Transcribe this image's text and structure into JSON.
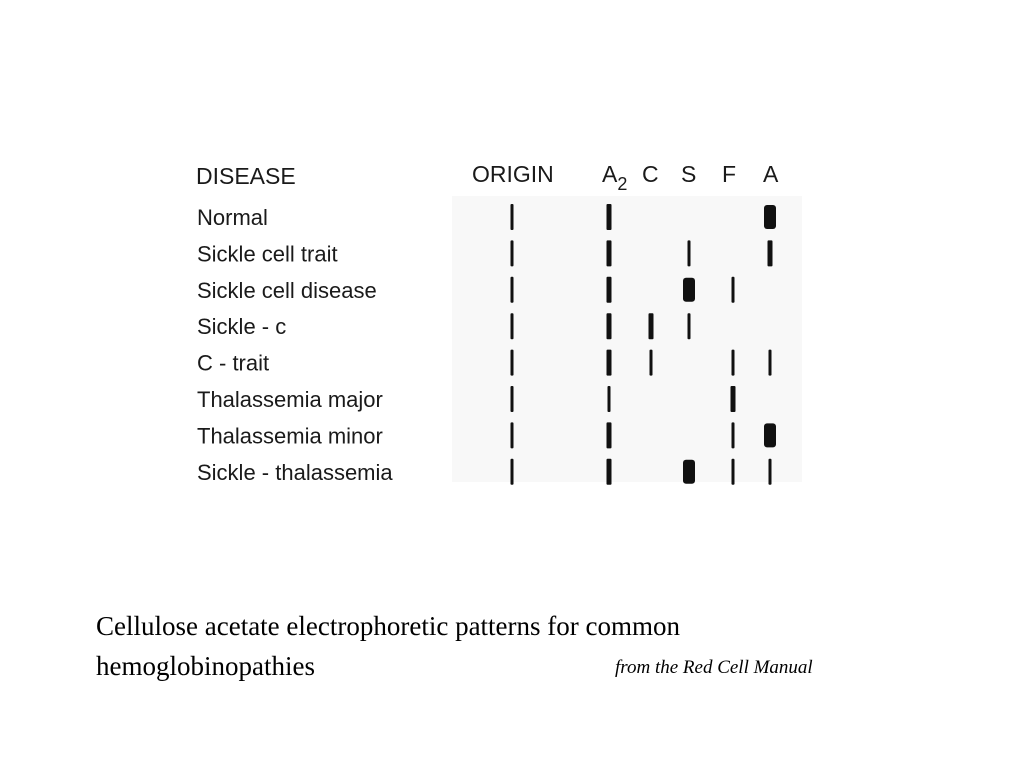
{
  "figure": {
    "headers": {
      "disease": "DISEASE",
      "origin": "ORIGIN",
      "a2_base": "A",
      "a2_sub": "2",
      "c": "C",
      "s": "S",
      "f": "F",
      "a": "A"
    },
    "lanes": [
      "origin",
      "a2",
      "c",
      "s",
      "f",
      "a"
    ],
    "rows": [
      {
        "disease": "Normal",
        "bands": {
          "origin": "thin",
          "a2": "medium",
          "a": "thick"
        }
      },
      {
        "disease": "Sickle cell trait",
        "bands": {
          "origin": "thin",
          "a2": "medium",
          "s": "thin",
          "a": "medium"
        }
      },
      {
        "disease": "Sickle cell disease",
        "bands": {
          "origin": "thin",
          "a2": "medium",
          "s": "thick",
          "f": "thin"
        }
      },
      {
        "disease": "Sickle - c",
        "bands": {
          "origin": "thin",
          "a2": "medium",
          "c": "medium",
          "s": "thin"
        }
      },
      {
        "disease": "C - trait",
        "bands": {
          "origin": "thin",
          "a2": "medium",
          "c": "thin",
          "f": "thin",
          "a": "thin"
        }
      },
      {
        "disease": "Thalassemia major",
        "bands": {
          "origin": "thin",
          "a2": "thin",
          "f": "medium"
        }
      },
      {
        "disease": "Thalassemia minor",
        "bands": {
          "origin": "thin",
          "a2": "medium",
          "f": "thin",
          "a": "thick"
        }
      },
      {
        "disease": "Sickle - thalassemia",
        "bands": {
          "origin": "thin",
          "a2": "medium",
          "s": "thick",
          "f": "thin",
          "a": "thin"
        }
      }
    ]
  },
  "caption": {
    "line1": "Cellulose acetate electrophoretic patterns for common",
    "line2": "hemoglobinopathies",
    "source": "from the Red Cell Manual"
  },
  "colors": {
    "band": "#111111",
    "text": "#1a1a1a"
  }
}
